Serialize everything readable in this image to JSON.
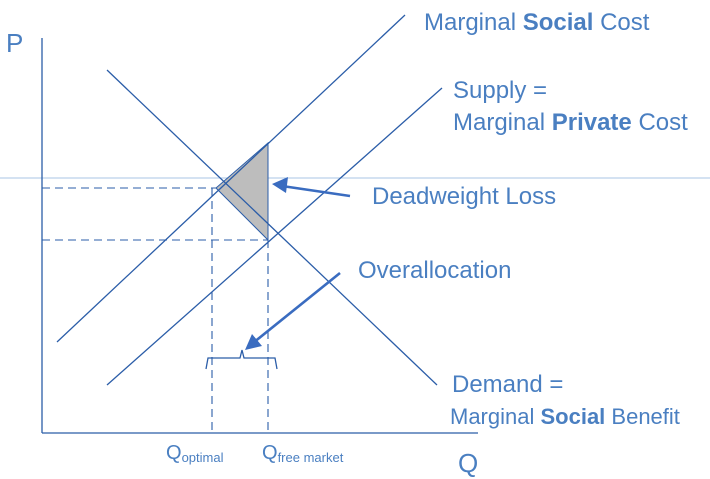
{
  "axes": {
    "p_label": "P",
    "q_label": "Q"
  },
  "curves": {
    "msc": {
      "prefix": "Marginal ",
      "bold": "Social",
      "suffix": " Cost"
    },
    "supply": {
      "line1": "Supply =",
      "prefix": "Marginal ",
      "bold": "Private",
      "suffix": " Cost"
    },
    "demand": {
      "line1": "Demand =",
      "prefix": "Marginal ",
      "bold": "Social",
      "suffix": " Benefit"
    }
  },
  "annotations": {
    "deadweight_loss": "Deadweight Loss",
    "overallocation": "Overallocation"
  },
  "quantities": {
    "optimal": {
      "main": "Q",
      "sub": "optimal"
    },
    "free_market": {
      "main": "Q",
      "sub": "free market"
    }
  },
  "colors": {
    "text": "#4a7fc1",
    "lines": "#2b5da8",
    "arrow": "#3a6cc0",
    "shading": "#bdbdbd",
    "guide": "#a9c6e6"
  }
}
